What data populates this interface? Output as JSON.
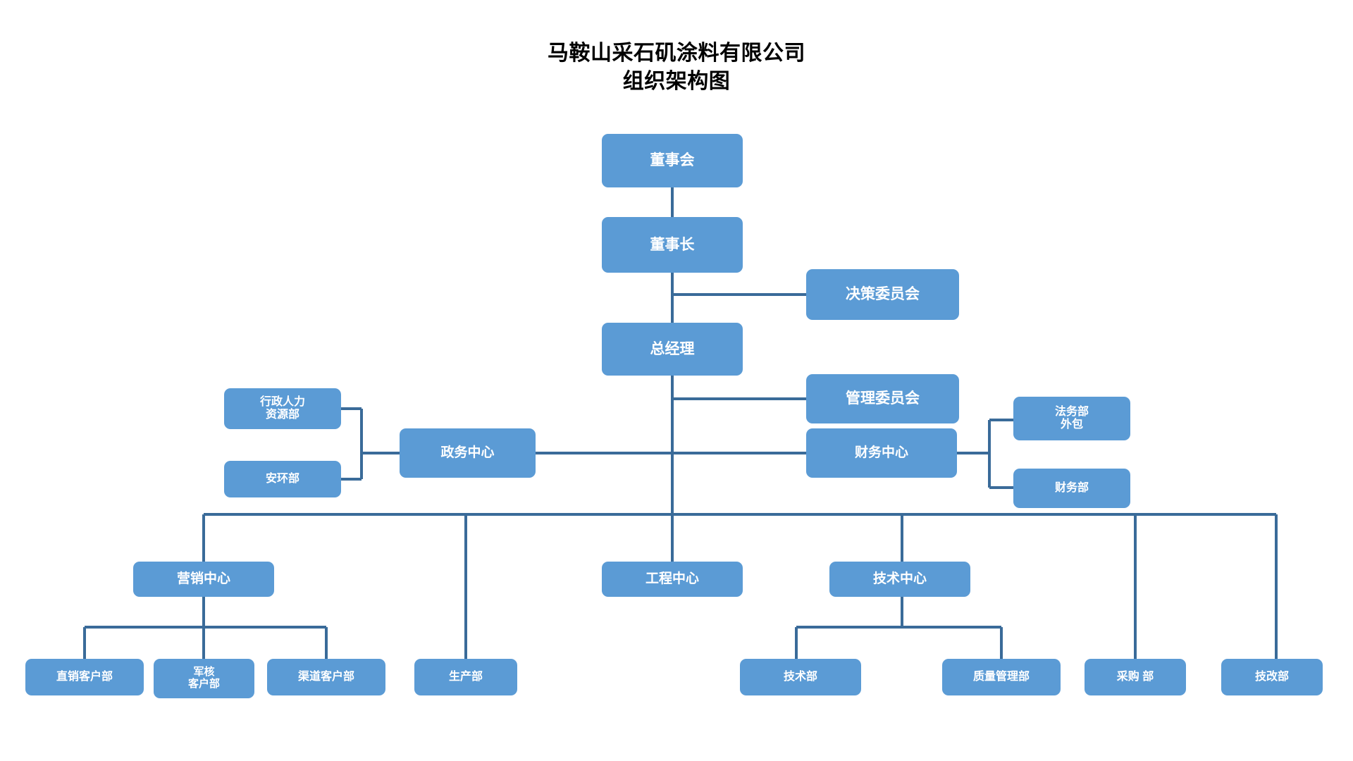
{
  "diagram": {
    "kind": "organization-chart",
    "title_lines": [
      "马鞍山采石矶涂料有限公司",
      "组织架构图"
    ],
    "colors": {
      "node_fill": "#5B9BD5",
      "node_text": "#FFFFFF",
      "connector": "#3A6B99",
      "background": "#FFFFFF",
      "title_text": "#000000"
    },
    "nodes": {
      "board": {
        "label": "董事会"
      },
      "chairman": {
        "label": "董事长"
      },
      "decision_committee": {
        "label": "决策委员会"
      },
      "general_manager": {
        "label": "总经理"
      },
      "management_committee": {
        "label": "管理委员会"
      },
      "admin_hr_dept": {
        "label": "行政人力\n资源部"
      },
      "safety_env_dept": {
        "label": "安环部"
      },
      "government_affairs_center": {
        "label": "政务中心"
      },
      "finance_center": {
        "label": "财务中心"
      },
      "legal_dept_outsourced": {
        "label": "法务部\n外包"
      },
      "finance_dept": {
        "label": "财务部"
      },
      "marketing_center": {
        "label": "营销中心"
      },
      "engineering_center": {
        "label": "工程中心"
      },
      "technology_center": {
        "label": "技术中心"
      },
      "direct_sales_customer_dept": {
        "label": "直销客户部"
      },
      "military_nuclear_customer_dept": {
        "label": "军核\n客户部"
      },
      "channel_customer_dept": {
        "label": "渠道客户部"
      },
      "production_dept": {
        "label": "生产部"
      },
      "technical_dept": {
        "label": "技术部"
      },
      "quality_management_dept": {
        "label": "质量管理部"
      },
      "purchasing_dept": {
        "label": "采购 部"
      },
      "tech_improvement_dept": {
        "label": "技改部"
      }
    }
  }
}
